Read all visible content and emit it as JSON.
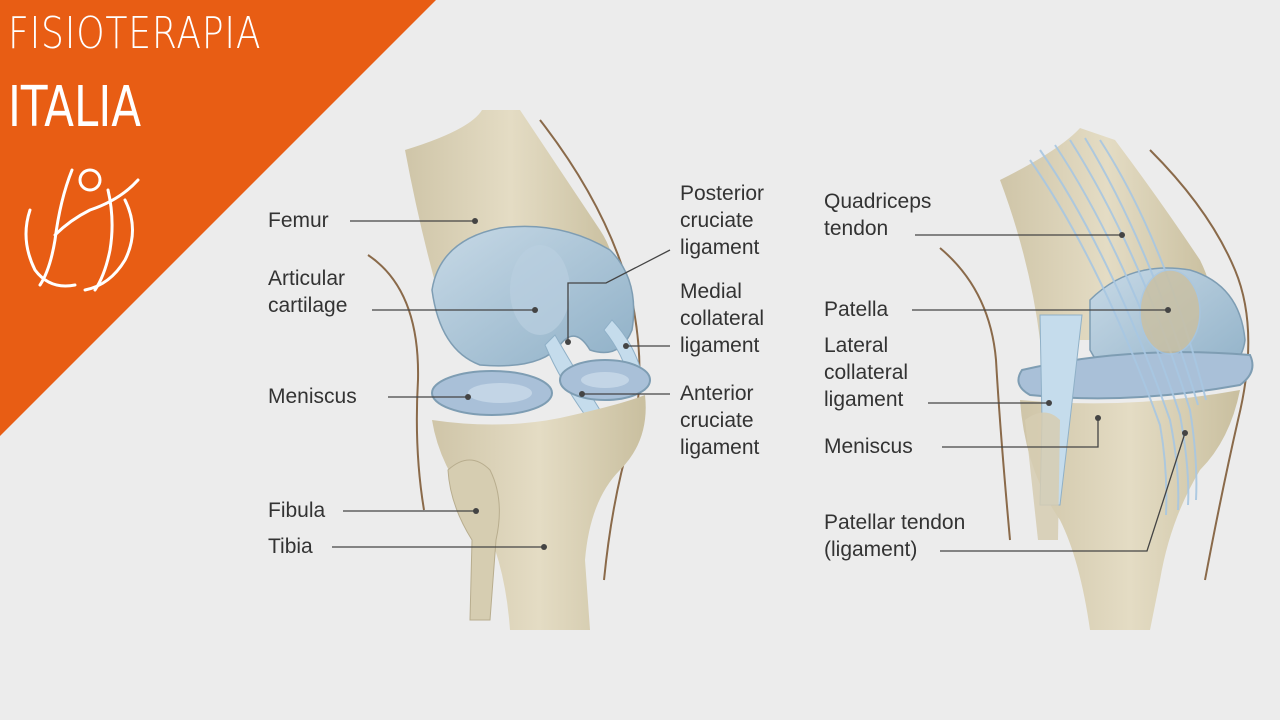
{
  "logo": {
    "line1": "FISIOTERAPIA",
    "line2": "ITALIA",
    "icon": "runner-figure-icon",
    "color": "#e85d14"
  },
  "left_view": {
    "femur": "Femur",
    "articular_cartilage": [
      "Articular",
      "cartilage"
    ],
    "meniscus": "Meniscus",
    "fibula": "Fibula",
    "tibia": "Tibia",
    "posterior_cruciate": [
      "Posterior",
      "cruciate",
      "ligament"
    ],
    "medial_collateral": [
      "Medial",
      "collateral",
      "ligament"
    ],
    "anterior_cruciate": [
      "Anterior",
      "cruciate",
      "ligament"
    ]
  },
  "right_view": {
    "quadriceps_tendon": [
      "Quadriceps",
      "tendon"
    ],
    "patella": "Patella",
    "lateral_collateral": [
      "Lateral",
      "collateral",
      "ligament"
    ],
    "meniscus": "Meniscus",
    "patellar_tendon": [
      "Patellar tendon",
      "(ligament)"
    ]
  },
  "colors": {
    "background": "#ececec",
    "bone": "#ddd3b8",
    "cartilage": "#a9c3d6",
    "ligament": "#b8d4ea",
    "label": "#333333"
  }
}
